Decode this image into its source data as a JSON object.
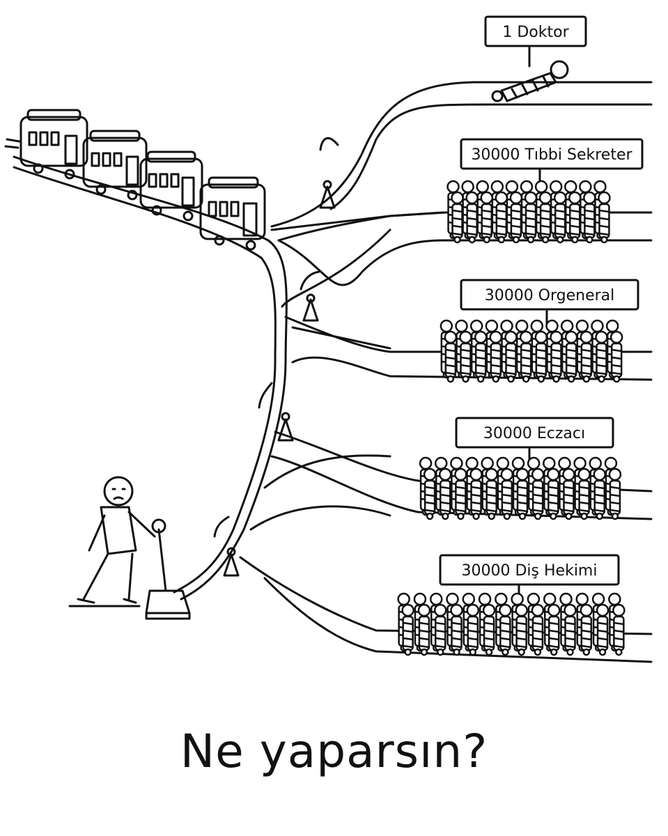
{
  "signs": [
    {
      "label": "1 Doktor"
    },
    {
      "label": "30000 Tıbbi Sekreter"
    },
    {
      "label": "30000 Orgeneral"
    },
    {
      "label": "30000 Eczacı"
    },
    {
      "label": "30000 Diş Hekimi"
    }
  ],
  "caption": "Ne yaparsın?",
  "colors": {
    "ink": "#111111",
    "paper": "#ffffff"
  }
}
